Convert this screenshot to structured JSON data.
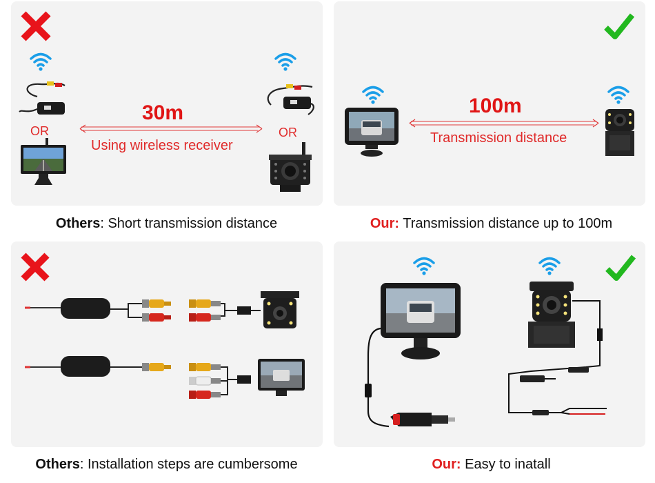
{
  "panels": {
    "top_left": {
      "distance": "30m",
      "subtitle": "Using  wireless receiver",
      "or_left": "OR",
      "or_right": "OR",
      "mark": "cross-icon"
    },
    "top_right": {
      "distance": "100m",
      "subtitle": "Transmission distance",
      "mark": "checkmark-icon"
    },
    "bottom_left": {
      "mark": "cross-icon"
    },
    "bottom_right": {
      "mark": "checkmark-icon"
    }
  },
  "captions": {
    "top_left": {
      "lead": "Others",
      "rest": ": Short transmission distance"
    },
    "top_right": {
      "lead": "Our:",
      "rest": " Transmission distance up to 100m"
    },
    "bottom_left": {
      "lead": "Others",
      "rest": ": Installation steps are cumbersome"
    },
    "bottom_right": {
      "lead": "Our:",
      "rest": " Easy to inatall"
    }
  },
  "colors": {
    "cross": "#e8141b",
    "check": "#22b81f",
    "wifi": "#1a9ee8",
    "accent_red": "#e02020"
  },
  "icons": [
    "wifi-icon",
    "cross-icon",
    "checkmark-icon",
    "monitor-icon",
    "camera-icon",
    "transmitter-icon",
    "rca-plug-icon",
    "car-charger-icon"
  ]
}
